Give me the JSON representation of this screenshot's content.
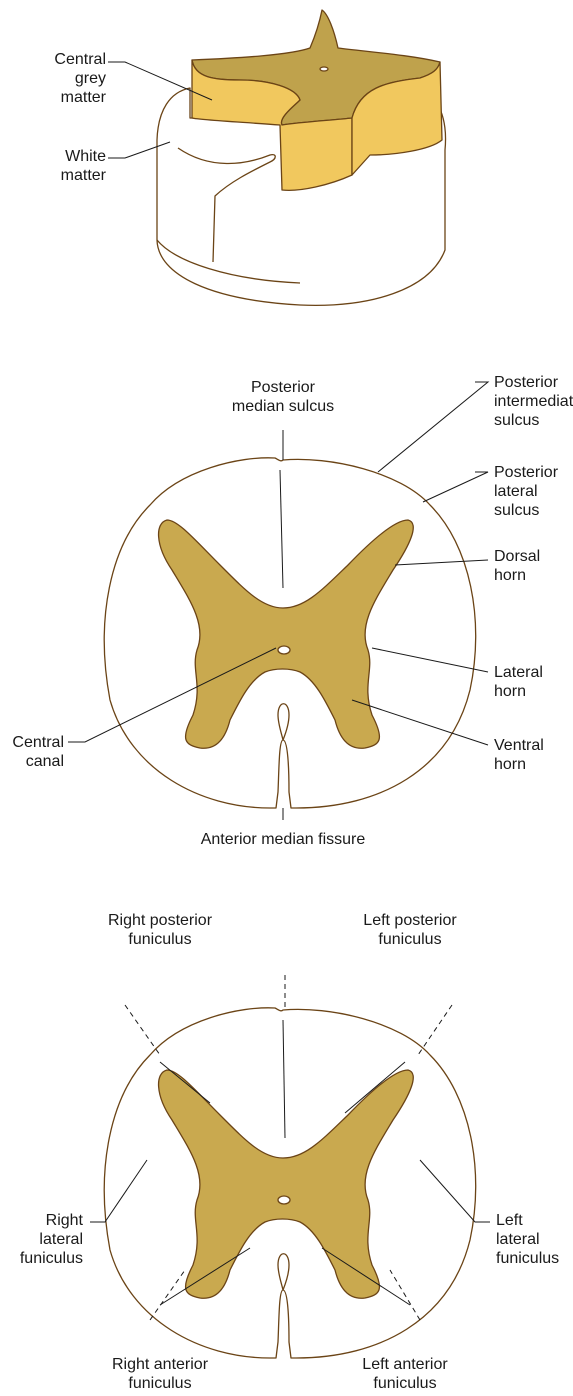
{
  "panel1": {
    "central_grey_matter": [
      "Central",
      "grey",
      "matter"
    ],
    "white_matter": [
      "White",
      "matter"
    ]
  },
  "panel2": {
    "posterior_median_sulcus": [
      "Posterior",
      "median sulcus"
    ],
    "posterior_intermediate_sulcus": [
      "Posterior",
      "intermediate",
      "sulcus"
    ],
    "posterior_lateral_sulcus": [
      "Posterior",
      "lateral",
      "sulcus"
    ],
    "dorsal_horn": [
      "Dorsal",
      "horn"
    ],
    "lateral_horn": [
      "Lateral",
      "horn"
    ],
    "ventral_horn": [
      "Ventral",
      "horn"
    ],
    "central_canal": [
      "Central",
      "canal"
    ],
    "anterior_median_fissure": "Anterior median fissure"
  },
  "panel3": {
    "right_posterior_funiculus": [
      "Right posterior",
      "funiculus"
    ],
    "left_posterior_funiculus": [
      "Left posterior",
      "funiculus"
    ],
    "right_lateral_funiculus": [
      "Right",
      "lateral",
      "funiculus"
    ],
    "left_lateral_funiculus": [
      "Left",
      "lateral",
      "funiculus"
    ],
    "right_anterior_funiculus": [
      "Right anterior",
      "funiculus"
    ],
    "left_anterior_funiculus": [
      "Left anterior",
      "funiculus"
    ]
  },
  "colors": {
    "grey_matter_fill": "#C9A94F",
    "grey_matter_top": "#BFA24C",
    "grey_matter_side": "#F1C85E",
    "outline": "#6B4416",
    "leader": "#1a1a1a"
  }
}
